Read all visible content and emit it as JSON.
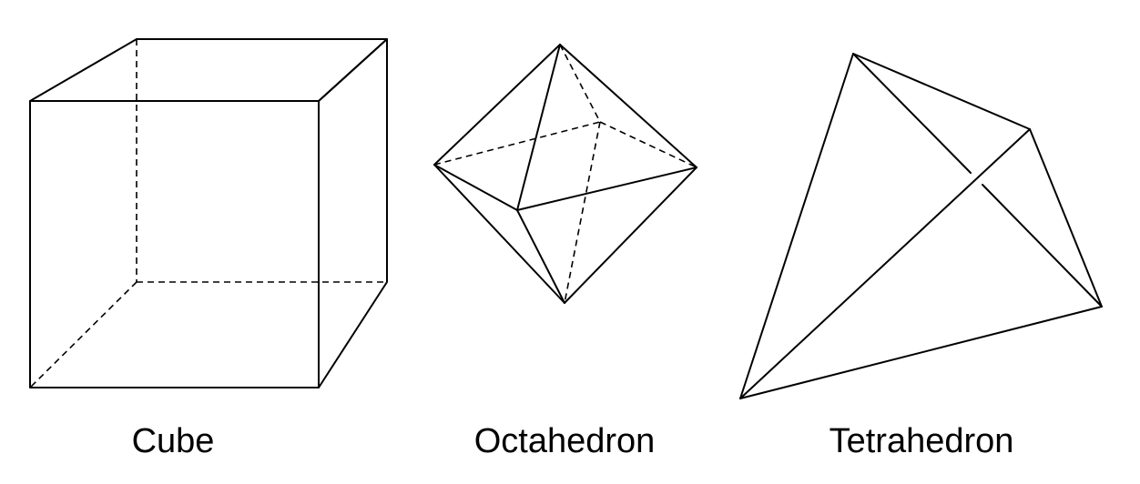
{
  "figures": {
    "cube": {
      "label": "Cube"
    },
    "octahedron": {
      "label": "Octahedron"
    },
    "tetrahedron": {
      "label": "Tetrahedron"
    }
  },
  "colors": {
    "stroke": "#000000",
    "background": "#ffffff"
  }
}
